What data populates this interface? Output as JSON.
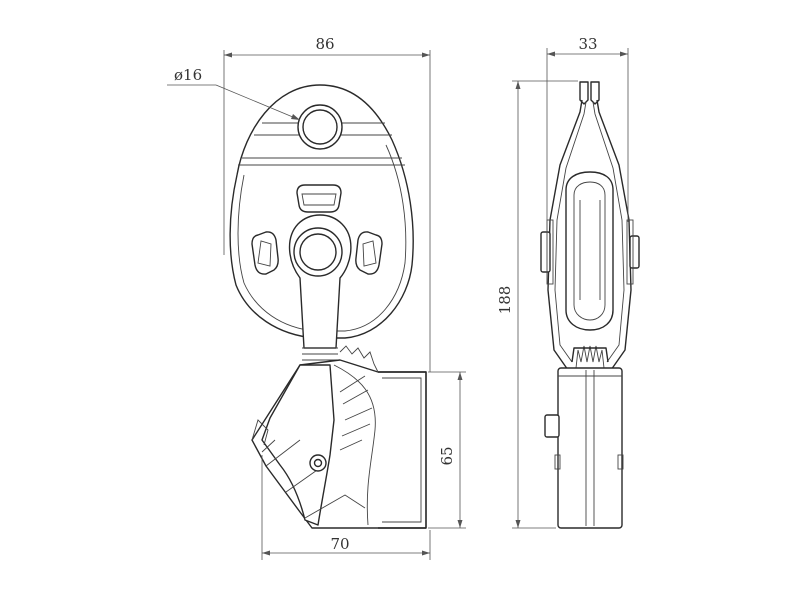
{
  "dimensions": {
    "front_width": "86",
    "bore_diameter": "ø16",
    "bottom_width": "70",
    "lock_height": "65",
    "side_width": "33",
    "overall_height": "188"
  },
  "colors": {
    "line": "#2a2a2a",
    "dimension": "#555555",
    "background": "#ffffff"
  }
}
